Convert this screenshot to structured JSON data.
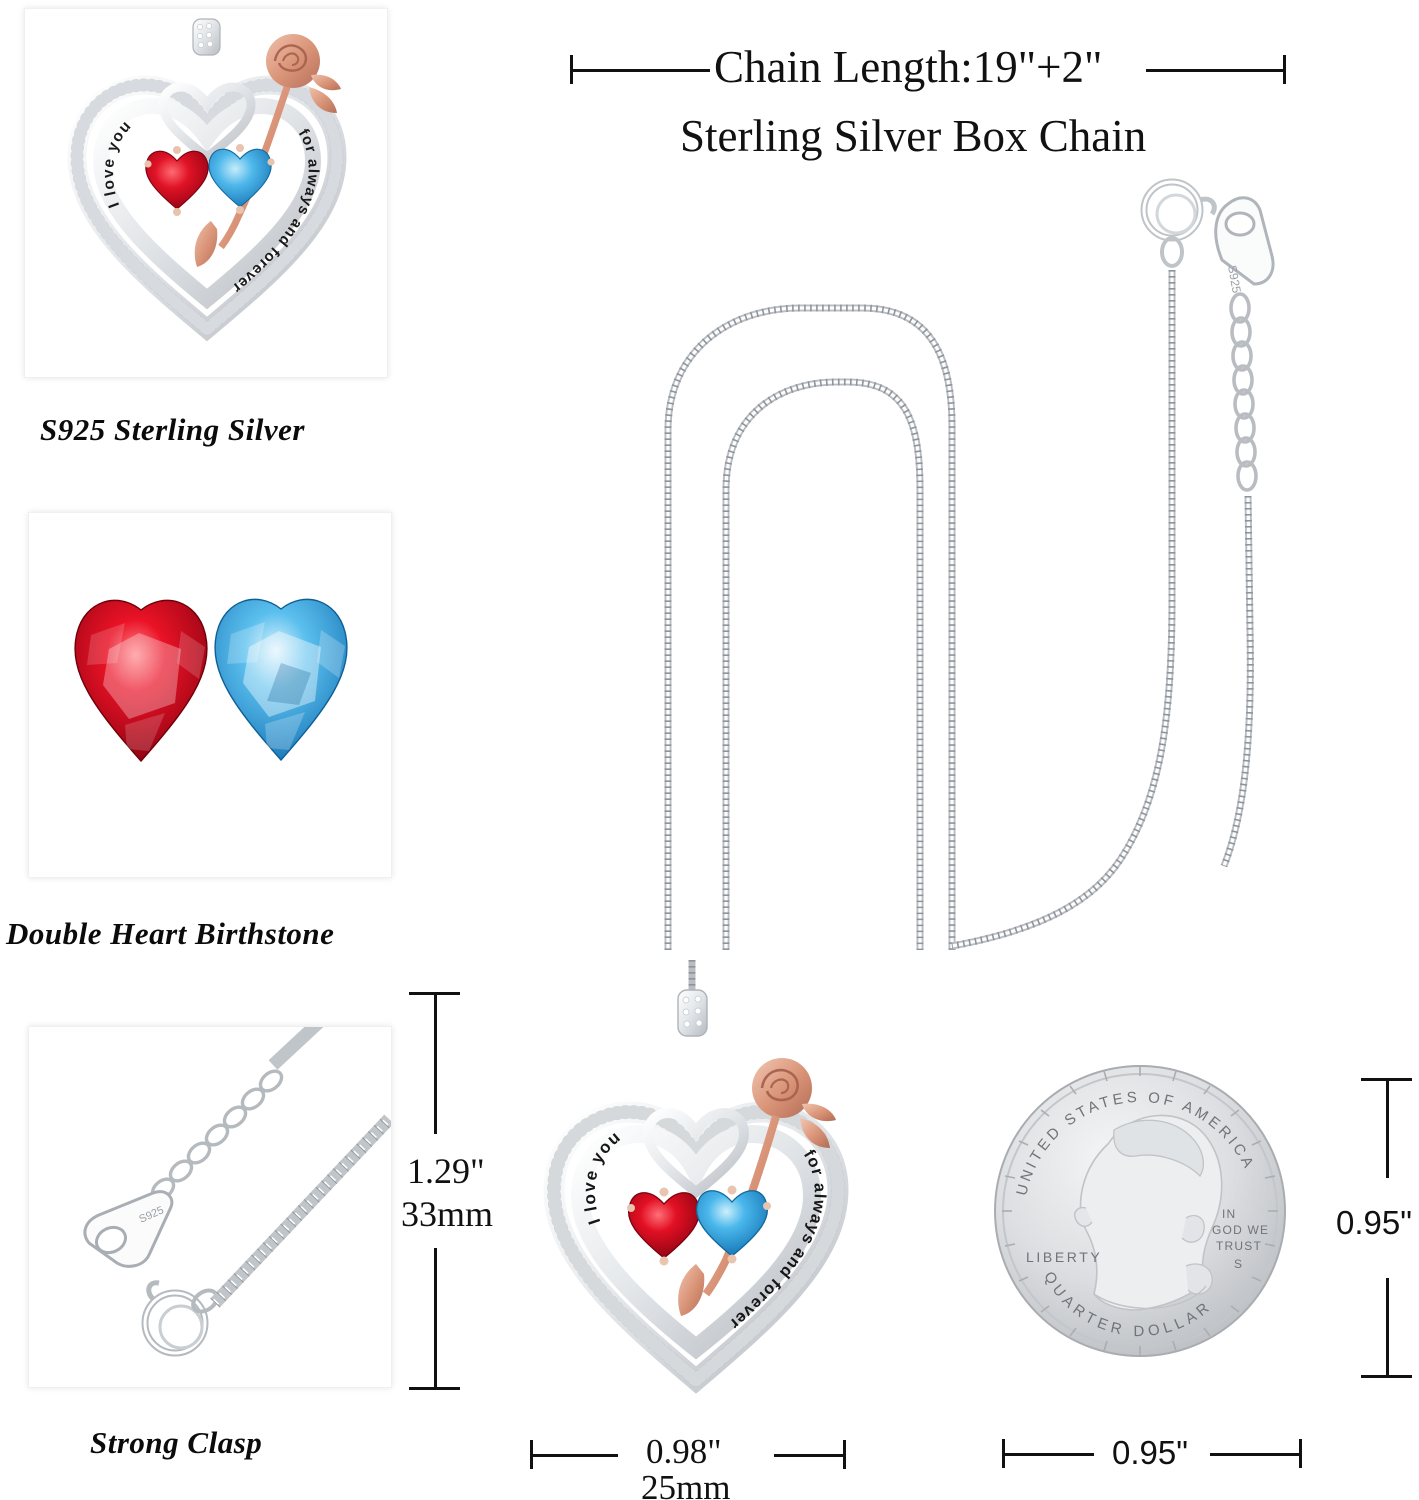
{
  "header": {
    "chain_length_label": "Chain Length:19\"+2\"",
    "chain_type_label": "Sterling Silver Box Chain"
  },
  "features": [
    {
      "id": "sterling-silver",
      "caption": "S925 Sterling Silver",
      "image_alt": "heart-pendant-photo",
      "engraving_left": "I love you",
      "engraving_right": "for always and forever",
      "stone_red": "#CC0E22",
      "stone_blue": "#3FB0E5",
      "rose_gold": "#D99478"
    },
    {
      "id": "double-heart-birthstone",
      "caption": "Double Heart Birthstone",
      "image_alt": "two-heart-gemstones-photo",
      "stone_red": "#CE0A1C",
      "stone_blue": "#4CB9EA"
    },
    {
      "id": "strong-clasp",
      "caption": "Strong Clasp",
      "image_alt": "spring-ring-clasp-and-extender-photo",
      "stamp": "S925"
    }
  ],
  "dimensions": {
    "pendant_height_inch": "1.29\"",
    "pendant_height_mm": "33mm",
    "pendant_width_inch": "0.98\"",
    "pendant_width_mm": "25mm",
    "coin_height_inch": "0.95\"",
    "coin_width_inch": "0.95\""
  },
  "coin": {
    "country_legend": "UNITED STATES OF AMERICA",
    "liberty_legend": "LIBERTY",
    "motto_line1": "IN",
    "motto_line2": "GOD WE",
    "motto_line3": "TRUST",
    "denomination_legend": "QUARTER DOLLAR",
    "mint_mark": "S"
  },
  "chain": {
    "clasp_stamp": "S925",
    "style": "box-chain"
  },
  "colors": {
    "background": "#FFFFFF",
    "silver_light": "#F3F4F5",
    "silver_mid": "#C6CACE",
    "silver_dark": "#8D9399",
    "ink": "#111111",
    "rose_gold": "#D89276",
    "ruby": "#CC0E22",
    "topaz": "#3FB0E5"
  }
}
